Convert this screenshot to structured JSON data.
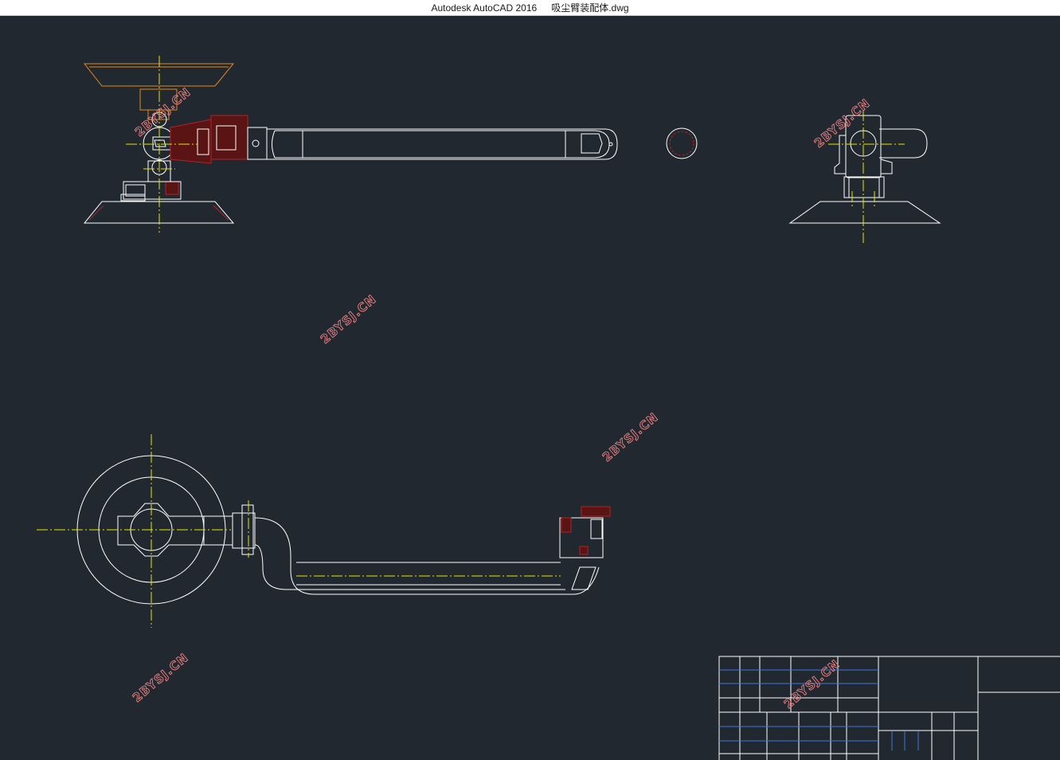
{
  "window": {
    "app_name": "Autodesk AutoCAD 2016",
    "file_name": "吸尘臂装配体.dwg"
  },
  "drawing": {
    "watermark_text": "2BYSJ.CN",
    "colors": {
      "background": "#212830",
      "outline": "#ffffff",
      "centerline": "#e6e600",
      "section_hatch": "#b22222",
      "hopper": "#e08a1e",
      "title_block_lines": "#ffffff",
      "title_block_blue": "#3a78d8",
      "watermark": "#f08080"
    }
  }
}
